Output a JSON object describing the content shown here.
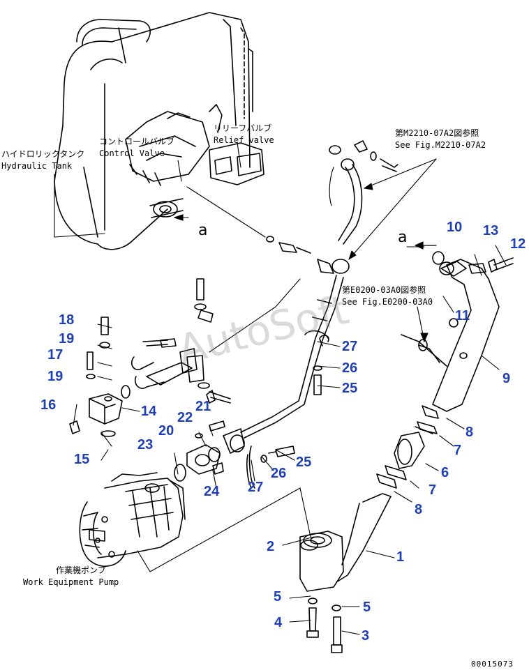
{
  "labels": {
    "hydraulic_tank_jp": "ハイドロリックタンク",
    "hydraulic_tank_en": "Hydraulic Tank",
    "control_valve_jp": "コントロールバルブ",
    "control_valve_en": "Control Valve",
    "relief_valve_jp": "リリーフバルブ",
    "relief_valve_en": "Relief valve",
    "ref1_jp": "第M2210-07A2図参照",
    "ref1_en": "See Fig.M2210-07A2",
    "ref2_jp": "第E0200-03A0図参照",
    "ref2_en": "See Fig.E0200-03A0",
    "pump_jp": "作業機ポンプ",
    "pump_en": "Work Equipment Pump",
    "view_a1": "a",
    "view_a2": "a"
  },
  "watermark": "AutoSoft",
  "catalog_number": "00015073",
  "callouts": [
    "1",
    "2",
    "3",
    "4",
    "5",
    "5",
    "6",
    "7",
    "7",
    "8",
    "8",
    "9",
    "10",
    "11",
    "12",
    "13",
    "14",
    "15",
    "16",
    "17",
    "18",
    "19",
    "19",
    "20",
    "21",
    "22",
    "23",
    "24",
    "25",
    "25",
    "26",
    "26",
    "27",
    "27"
  ],
  "colors": {
    "callout": "#1f3fb4",
    "line": "#000000",
    "watermark": "#969696"
  }
}
